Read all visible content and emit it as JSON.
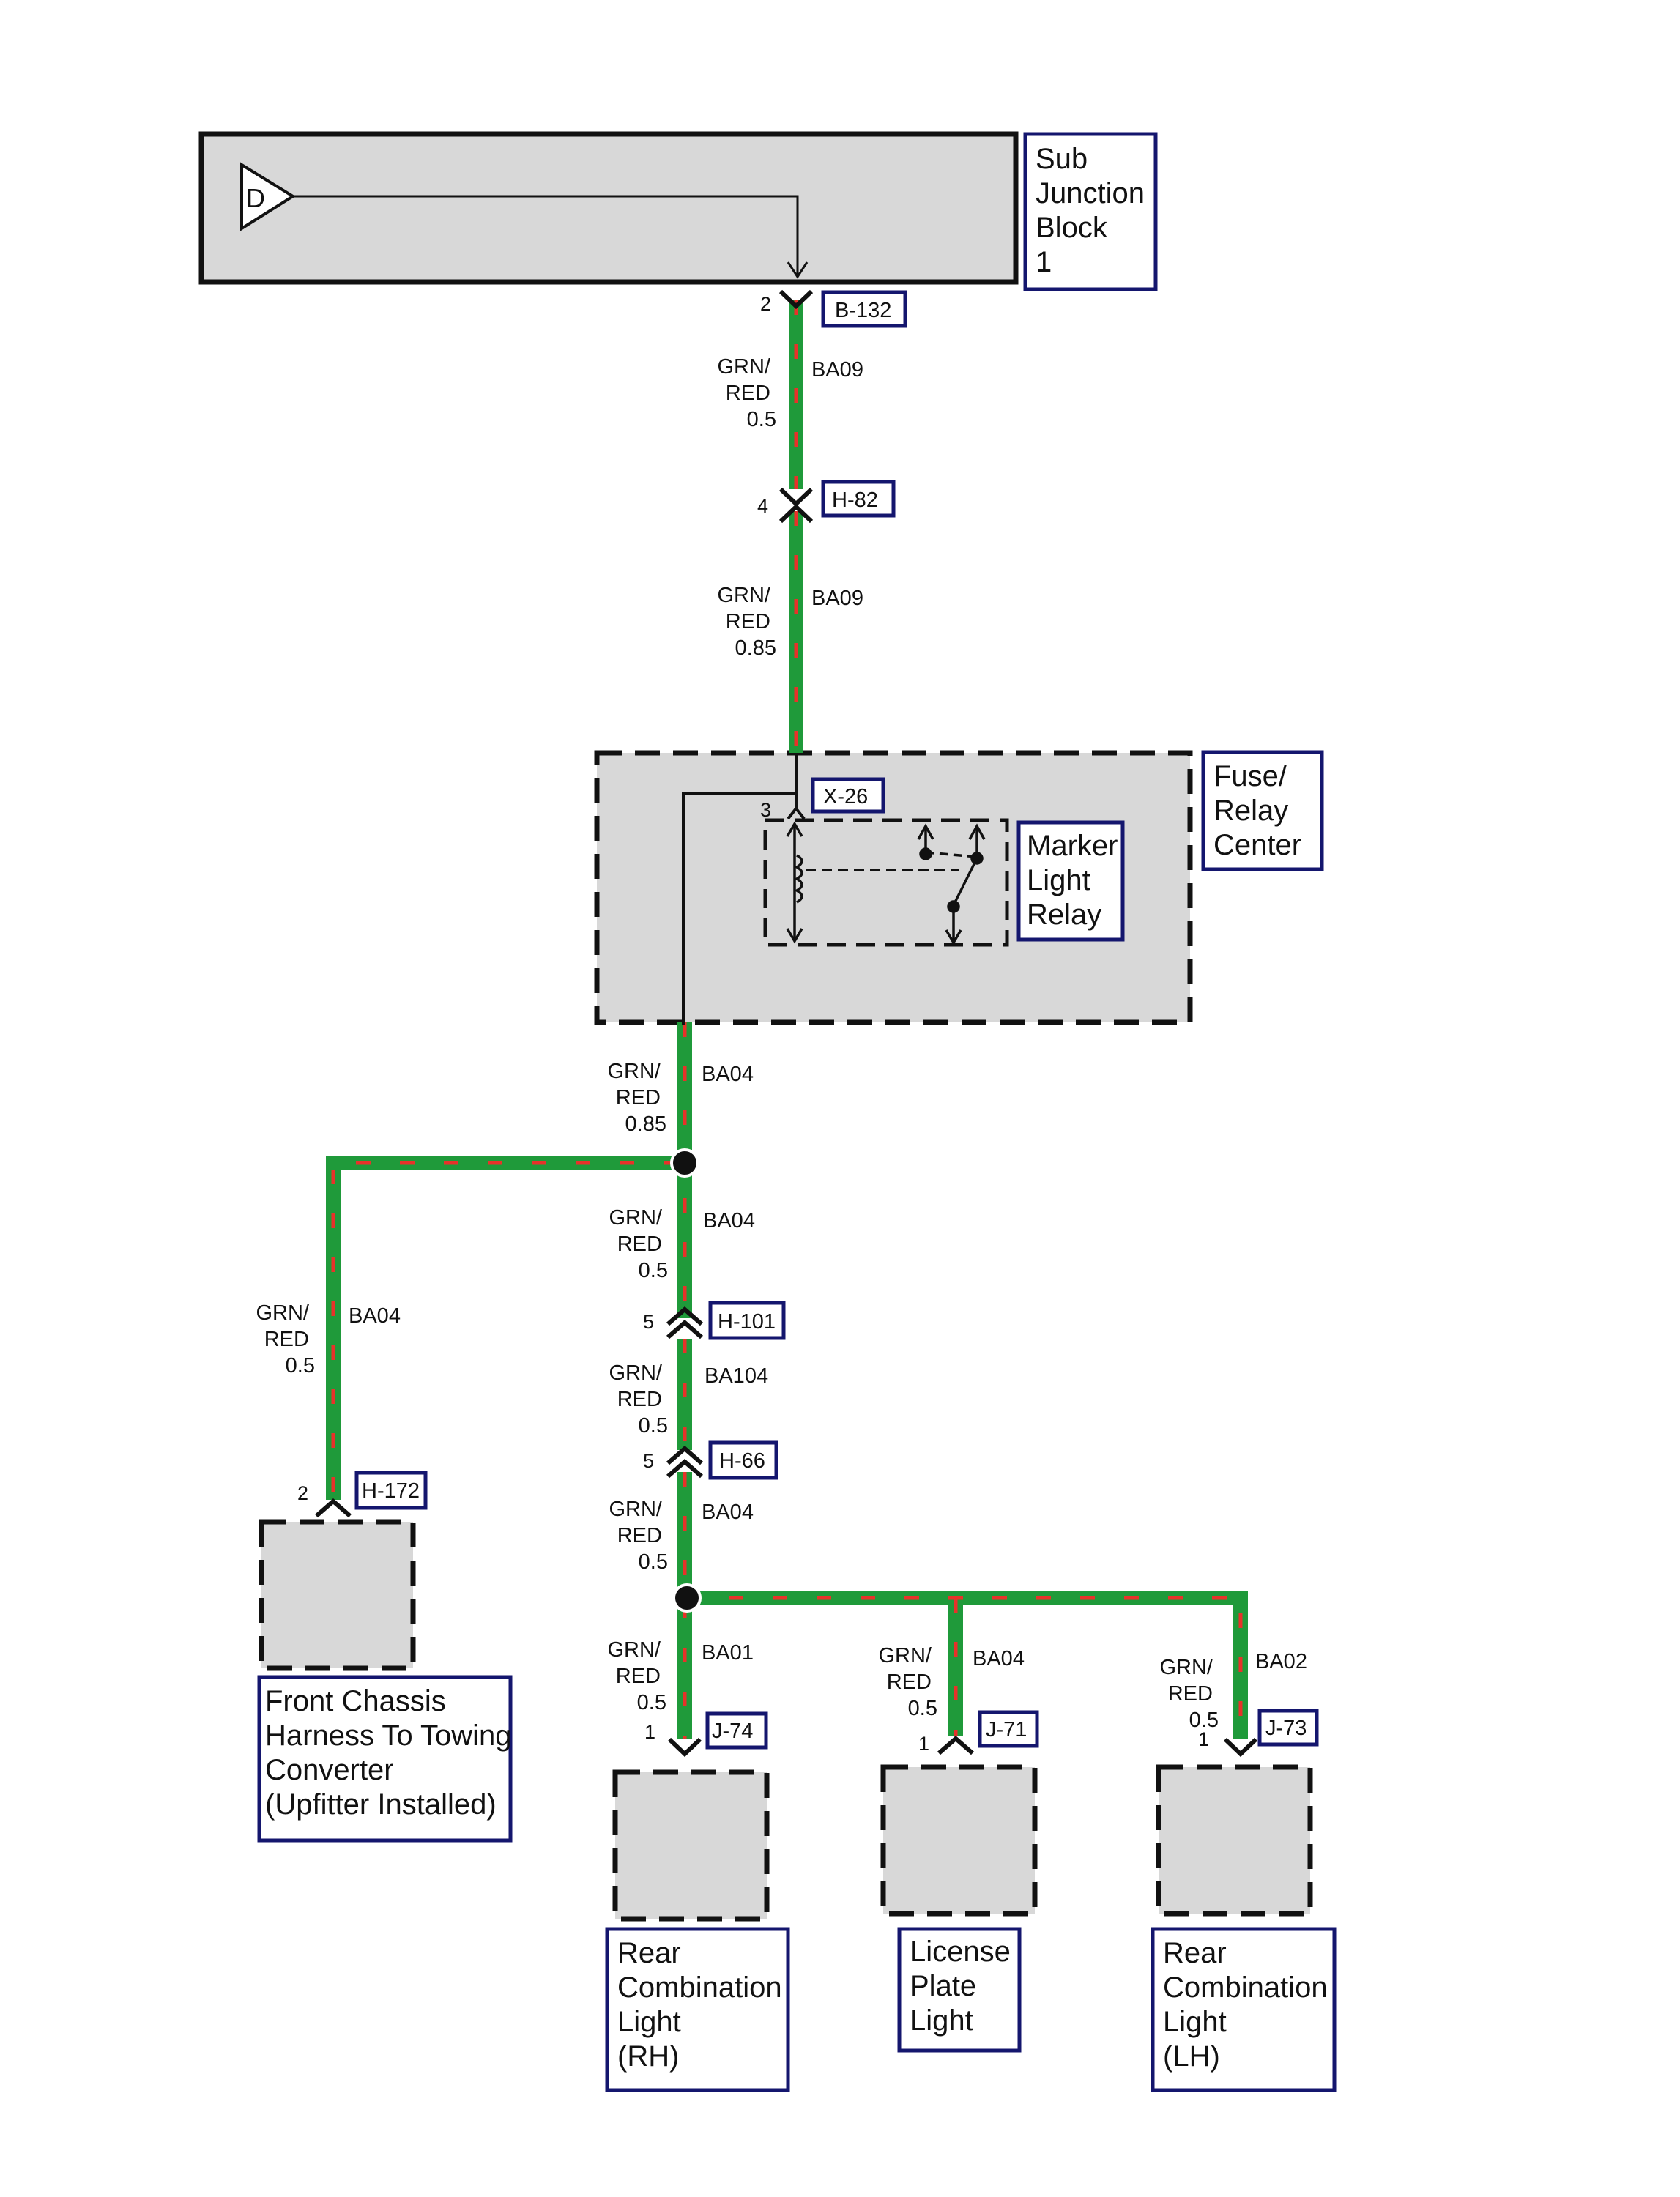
{
  "colors": {
    "wire_green": "#1f9a3a",
    "wire_red": "#e8322a",
    "label_border": "#14166e",
    "component_fill": "#d8d8d8"
  },
  "components": {
    "sub_junction_block": {
      "label": [
        "Sub",
        "Junction",
        "Block",
        "1"
      ]
    },
    "fuse_relay_center": {
      "label": [
        "Fuse/",
        "Relay",
        "Center"
      ]
    },
    "marker_light_relay": {
      "label": [
        "Marker",
        "Light",
        "Relay"
      ]
    },
    "front_chassis": {
      "label": [
        "Front Chassis",
        "Harness To Towing",
        "Converter",
        "(Upfitter Installed)"
      ]
    },
    "rear_comb_rh": {
      "label": [
        "Rear",
        "Combination",
        "Light",
        "(RH)"
      ]
    },
    "license_plate": {
      "label": [
        "License",
        "Plate",
        "Light"
      ]
    },
    "rear_comb_lh": {
      "label": [
        "Rear",
        "Combination",
        "Light",
        "(LH)"
      ]
    }
  },
  "source_symbol": "D",
  "connectors": [
    {
      "id": "B-132",
      "pin": "2"
    },
    {
      "id": "H-82",
      "pin": "4"
    },
    {
      "id": "X-26",
      "pin": "3"
    },
    {
      "id": "H-101",
      "pin": "5"
    },
    {
      "id": "H-66",
      "pin": "5"
    },
    {
      "id": "H-172",
      "pin": "2"
    },
    {
      "id": "J-74",
      "pin": "1"
    },
    {
      "id": "J-71",
      "pin": "1"
    },
    {
      "id": "J-73",
      "pin": "1"
    }
  ],
  "wires": [
    {
      "color": [
        "GRN/",
        "RED"
      ],
      "size": "0.5",
      "circuit": "BA09"
    },
    {
      "color": [
        "GRN/",
        "RED"
      ],
      "size": "0.85",
      "circuit": "BA09"
    },
    {
      "color": [
        "GRN/",
        "RED"
      ],
      "size": "0.85",
      "circuit": "BA04"
    },
    {
      "color": [
        "GRN/",
        "RED"
      ],
      "size": "0.5",
      "circuit": "BA04"
    },
    {
      "color": [
        "GRN/",
        "RED"
      ],
      "size": "0.5",
      "circuit": "BA04"
    },
    {
      "color": [
        "GRN/",
        "RED"
      ],
      "size": "0.5",
      "circuit": "BA104"
    },
    {
      "color": [
        "GRN/",
        "RED"
      ],
      "size": "0.5",
      "circuit": "BA04"
    },
    {
      "color": [
        "GRN/",
        "RED"
      ],
      "size": "0.5",
      "circuit": "BA01"
    },
    {
      "color": [
        "GRN/",
        "RED"
      ],
      "size": "0.5",
      "circuit": "BA04"
    },
    {
      "color": [
        "GRN/",
        "RED"
      ],
      "size": "0.5",
      "circuit": "BA02"
    }
  ]
}
